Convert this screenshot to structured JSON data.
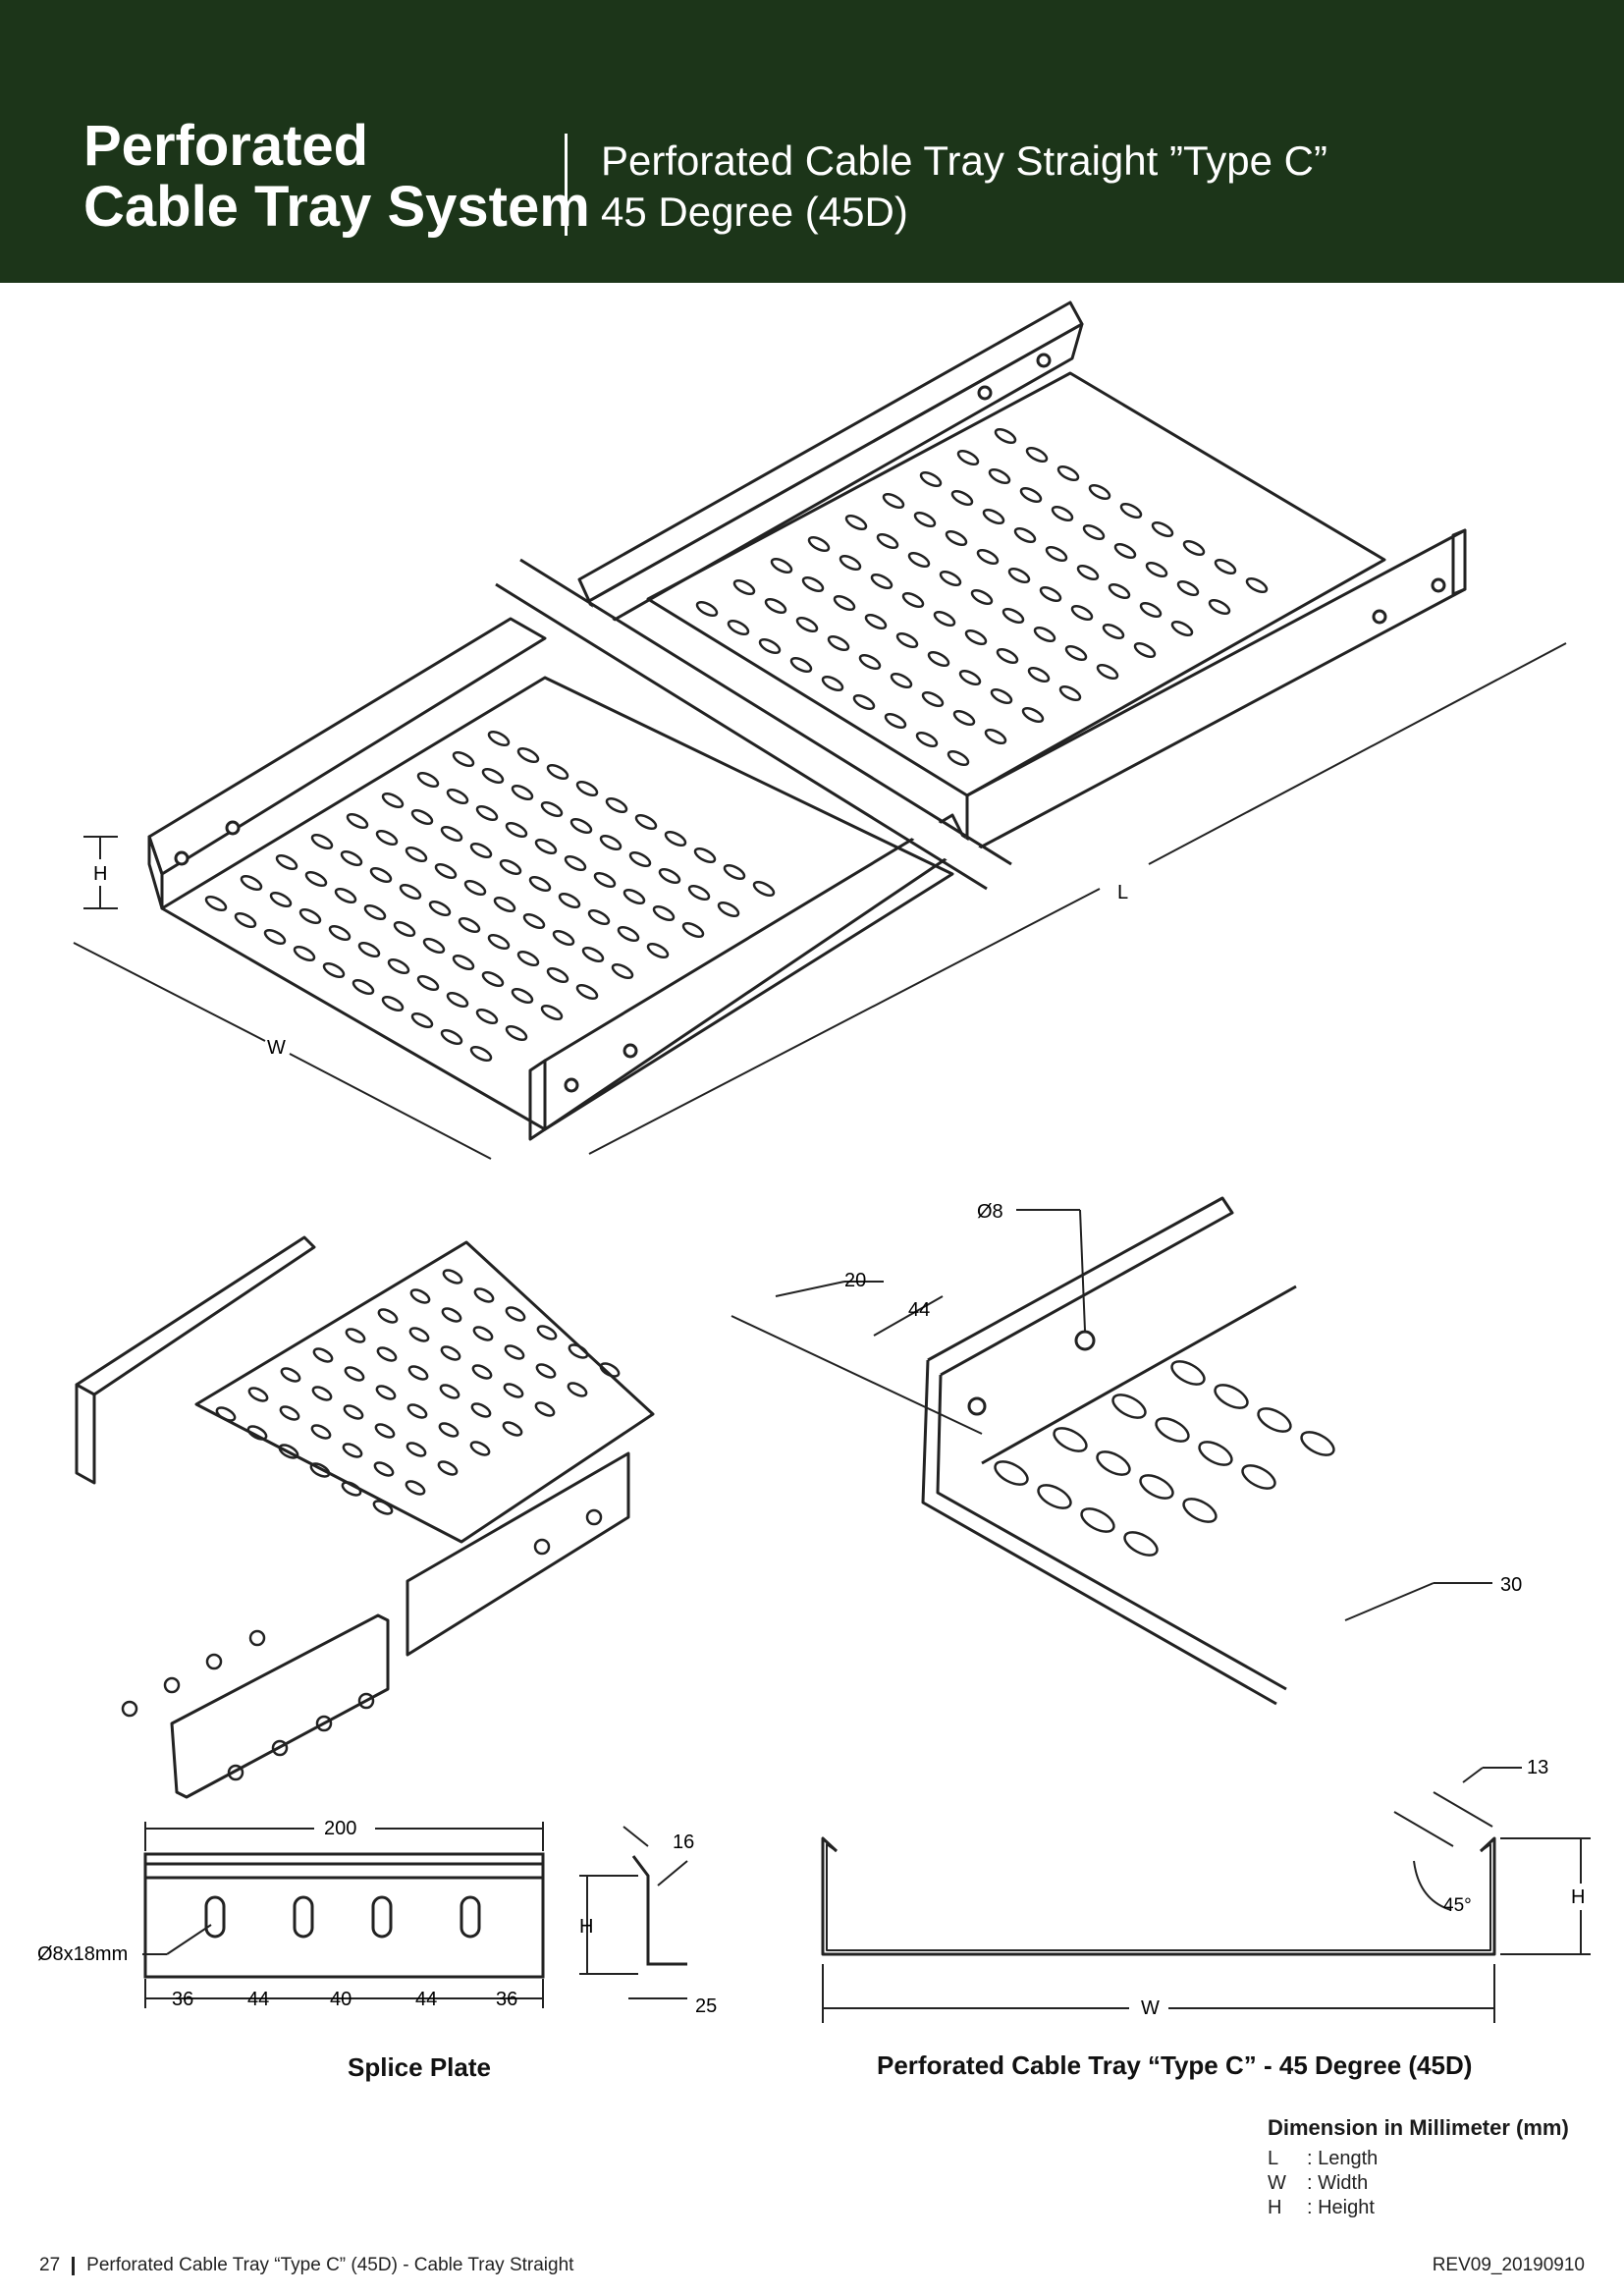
{
  "header": {
    "title_line1": "Perforated",
    "title_line2": "Cable Tray System",
    "subtitle_line1": "Perforated Cable Tray Straight ”Type C”",
    "subtitle_line2": "45 Degree (45D)",
    "background_color": "#1c3519"
  },
  "main_drawing": {
    "label_h": "H",
    "label_w": "W",
    "label_l": "L"
  },
  "detail_drawing": {
    "hole_dia": "Ø8",
    "dim_20": "20",
    "dim_44": "44",
    "dim_30": "30"
  },
  "splice_plate": {
    "caption": "Splice Plate",
    "dim_length": "200",
    "slot_label": "Ø8x18mm",
    "spacings": [
      "36",
      "44",
      "40",
      "44",
      "36"
    ],
    "dim_16": "16",
    "dim_h": "H",
    "dim_25": "25"
  },
  "section": {
    "caption": "Perforated Cable Tray “Type C” - 45 Degree (45D)",
    "dim_13": "13",
    "angle": "45°",
    "dim_h": "H",
    "dim_w": "W"
  },
  "dimensions": {
    "title": "Dimension in Millimeter (mm)",
    "items": [
      {
        "key": "L",
        "value": ": Length"
      },
      {
        "key": "W",
        "value": ": Width"
      },
      {
        "key": "H",
        "value": ": Height"
      }
    ]
  },
  "footer": {
    "page_number": "27",
    "doc_title": "Perforated Cable Tray “Type C” (45D) - Cable Tray Straight",
    "revision": "REV09_20190910"
  }
}
